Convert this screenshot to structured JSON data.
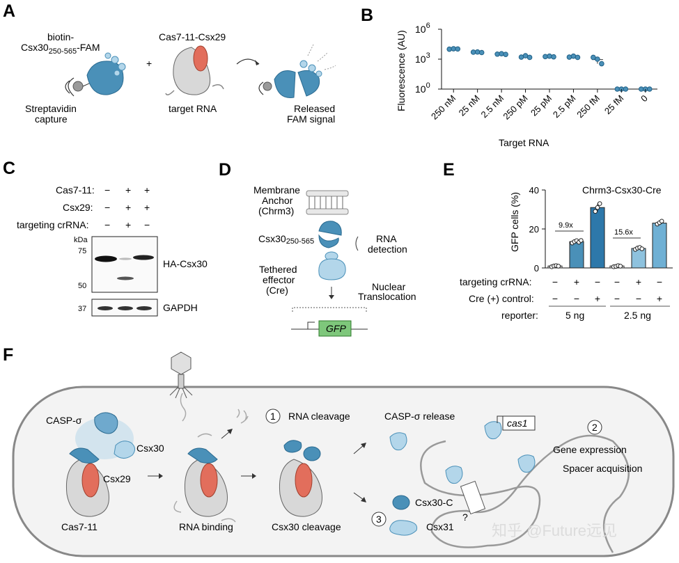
{
  "panels": {
    "a": {
      "letter": "A",
      "probe_main": "biotin-",
      "probe_line2_pre": "Csx30",
      "probe_sub": "250-565",
      "probe_line2_post": "-FAM",
      "complex": "Cas7-11-Csx29",
      "capture_1": "Streptavidin",
      "capture_2": "capture",
      "target": "target RNA",
      "released_1": "Released",
      "released_2": "FAM signal",
      "plus": "+"
    },
    "b": {
      "letter": "B"
    },
    "c": {
      "letter": "C",
      "row_labels": [
        "Cas7-11:",
        "Csx29:",
        "targeting crRNA:"
      ],
      "lanes": [
        [
          "−",
          "+",
          "+"
        ],
        [
          "−",
          "+",
          "+"
        ],
        [
          "−",
          "+",
          "−"
        ]
      ],
      "kda": "kDa",
      "markers": [
        "75",
        "50",
        "37"
      ],
      "bands": [
        "HA-Csx30",
        "GAPDH"
      ]
    },
    "d": {
      "letter": "D",
      "membrane_1": "Membrane",
      "membrane_2": "Anchor",
      "membrane_3": "(Chrm3)",
      "csx30_pre": "Csx30",
      "csx30_sub": "250-565",
      "effector_1": "Tethered",
      "effector_2": "effector",
      "effector_3": "(Cre)",
      "rna_1": "RNA",
      "rna_2": "detection",
      "nuclear_1": "Nuclear",
      "nuclear_2": "Translocation",
      "gene": "GFP"
    },
    "e": {
      "letter": "E",
      "row_labels": [
        "targeting crRNA:",
        "Cre (+) control:",
        "reporter:"
      ],
      "crrna": [
        "−",
        "+",
        "−",
        "−",
        "+",
        "−"
      ],
      "cre": [
        "−",
        "−",
        "+",
        "−",
        "−",
        "+"
      ],
      "reporter": [
        "5 ng",
        "2.5 ng"
      ],
      "fold": [
        "9.9x",
        "15.6x"
      ]
    },
    "f": {
      "letter": "F",
      "casp": "CASP-σ",
      "csx30": "Csx30",
      "csx29": "Csx29",
      "cas711": "Cas7-11",
      "rna_binding": "RNA binding",
      "csx30_cleavage": "Csx30 cleavage",
      "step1_num": "1",
      "step1": "RNA cleavage",
      "casp_release": "CASP-σ release",
      "cas1": "cas1",
      "step2_num": "2",
      "gene_expr": "Gene expression",
      "spacer": "Spacer acquisition",
      "step3_num": "3",
      "csx30c": "Csx30-C",
      "csx31": "Csx31",
      "question": "?"
    }
  },
  "watermark": "知乎 @Future远见",
  "colors": {
    "blue": "#4a90b8",
    "light_blue": "#b3d6ea",
    "red": "#e26e5c",
    "gray": "#d0d0d0"
  },
  "chart_data": [
    {
      "type": "scatter",
      "panel": "B",
      "ylabel": "Fluorescence (AU)",
      "xlabel": "Target RNA",
      "yscale": "log",
      "yticks": [
        "10^0",
        "10^3",
        "10^6"
      ],
      "ylim": [
        1,
        1000000
      ],
      "categories": [
        "250 nM",
        "25 nM",
        "2.5 nM",
        "250 pM",
        "25 pM",
        "2.5 pM",
        "250 fM",
        "25 fM",
        "0"
      ],
      "values": [
        [
          10000,
          11000,
          10500
        ],
        [
          5000,
          5200,
          4600
        ],
        [
          3200,
          3500,
          3000
        ],
        [
          1600,
          2200,
          1500
        ],
        [
          1800,
          2000,
          1700
        ],
        [
          1600,
          2000,
          1500
        ],
        [
          1500,
          1000,
          350
        ],
        [
          1,
          1,
          1
        ],
        [
          1,
          1,
          1
        ]
      ],
      "means": [
        10500,
        4900,
        3200,
        1700,
        1800,
        1700,
        900,
        1,
        1
      ],
      "err": [
        [
          10000,
          11000
        ],
        [
          4600,
          5200
        ],
        [
          3000,
          3500
        ],
        [
          1500,
          2200
        ],
        [
          1700,
          2000
        ],
        [
          1500,
          2000
        ],
        [
          350,
          1500
        ],
        [
          1,
          1
        ],
        [
          1,
          1
        ]
      ]
    },
    {
      "type": "bar",
      "panel": "E",
      "title": "Chrm3-Csx30-Cre",
      "ylabel": "GFP cells (%)",
      "ylim": [
        0,
        40
      ],
      "yticks": [
        0,
        20,
        40
      ],
      "values": [
        1,
        13.5,
        31,
        1,
        10,
        23
      ],
      "points": [
        [
          0.6,
          1,
          1.2,
          0.9
        ],
        [
          12.8,
          13.5,
          14,
          13.2,
          14.1
        ],
        [
          29,
          31,
          33
        ],
        [
          0.6,
          0.8,
          1.2,
          0.9
        ],
        [
          9.5,
          10.2,
          10.5,
          9.8
        ],
        [
          22.5,
          23.2,
          24
        ]
      ],
      "colors": [
        "#ffffff",
        "#4a90b8",
        "#2d78aa",
        "#ffffff",
        "#8ec2de",
        "#6fb0d4"
      ]
    }
  ]
}
